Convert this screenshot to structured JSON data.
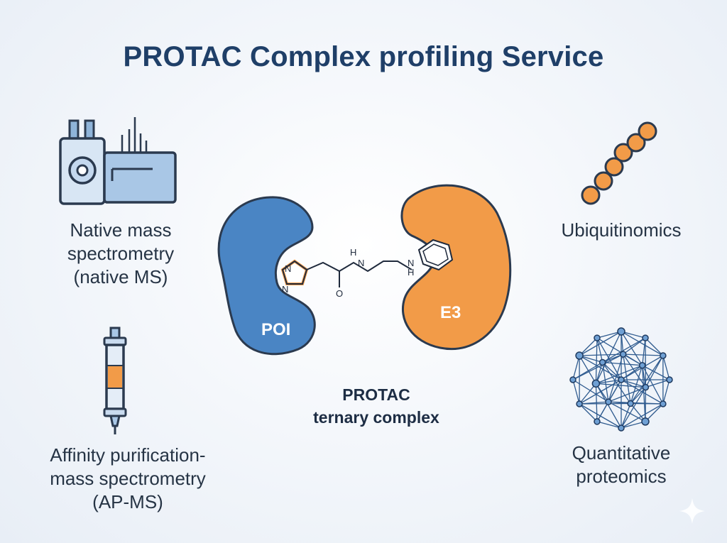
{
  "title": "PROTAC Complex profiling Service",
  "methods": {
    "native_ms": {
      "line1": "Native mass",
      "line2": "spectrometry",
      "line3": "(native MS)",
      "icon": "mass-spectrometer-icon"
    },
    "ap_ms": {
      "line1": "Affinity purification-",
      "line2": "mass spectrometry",
      "line3": "(AP-MS)",
      "icon": "chromatography-column-icon"
    },
    "ubiquitinomics": {
      "line1": "Ubiquitinomics",
      "icon": "ubiquitin-chain-icon"
    },
    "proteomics": {
      "line1": "Quantitative",
      "line2": "proteomics",
      "icon": "protein-network-icon"
    }
  },
  "complex": {
    "poi_label": "POI",
    "e3_label": "E3",
    "caption_line1": "PROTAC",
    "caption_line2": "ternary complex",
    "linker_atoms": {
      "n1": "N",
      "n2": "N",
      "nh1": "H",
      "nh1_n": "N",
      "nh2": "N",
      "nh2_h": "H",
      "o": "O"
    }
  },
  "colors": {
    "title": "#1f3f68",
    "poi": "#4a85c4",
    "e3": "#f29b48",
    "line": "#1f2a3c"
  }
}
